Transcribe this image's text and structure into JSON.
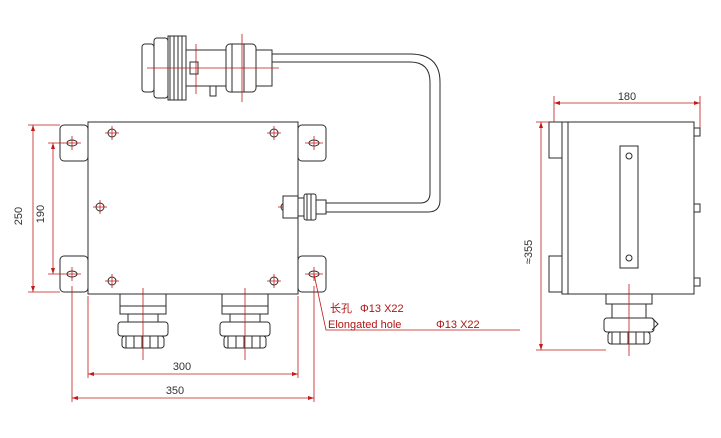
{
  "dimensions": {
    "d180": "180",
    "d250": "250",
    "d190": "190",
    "d355": "≈355",
    "d300": "300",
    "d350": "350"
  },
  "note": {
    "cn_label": "长孔",
    "cn_value": "Φ13 X22",
    "en_label": "Elongated hole",
    "en_value": "Φ13  X22"
  },
  "colors": {
    "line": "#2b2b2b",
    "dimension": "#c21a1a"
  }
}
